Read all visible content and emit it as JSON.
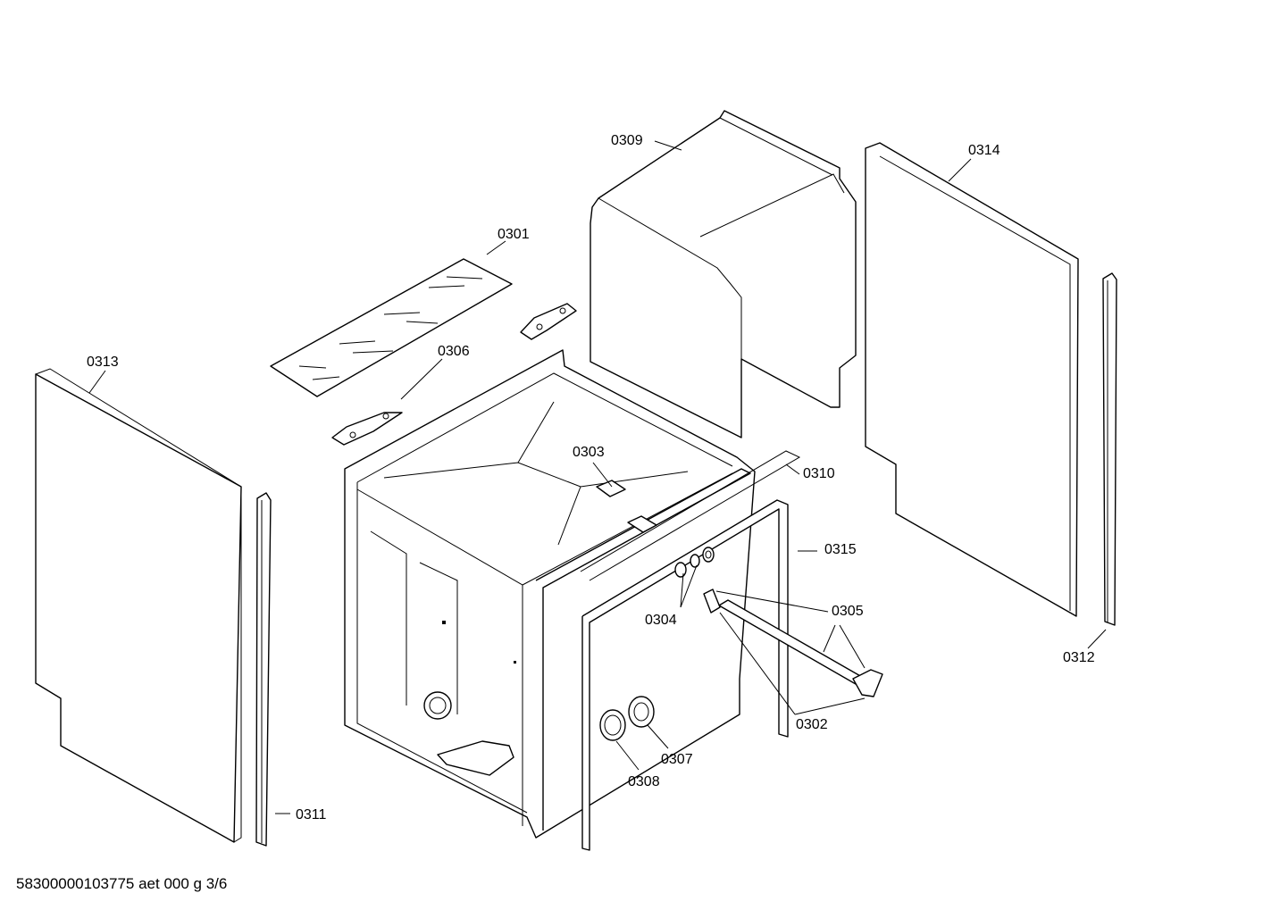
{
  "diagram": {
    "part_labels": {
      "p0301": "0301",
      "p0302": "0302",
      "p0303": "0303",
      "p0304": "0304",
      "p0305": "0305",
      "p0306": "0306",
      "p0307": "0307",
      "p0308": "0308",
      "p0309": "0309",
      "p0310": "0310",
      "p0311": "0311",
      "p0312": "0312",
      "p0313": "0313",
      "p0314": "0314",
      "p0315": "0315"
    },
    "footer": "58300000103775 aet 000 g 3/6"
  }
}
